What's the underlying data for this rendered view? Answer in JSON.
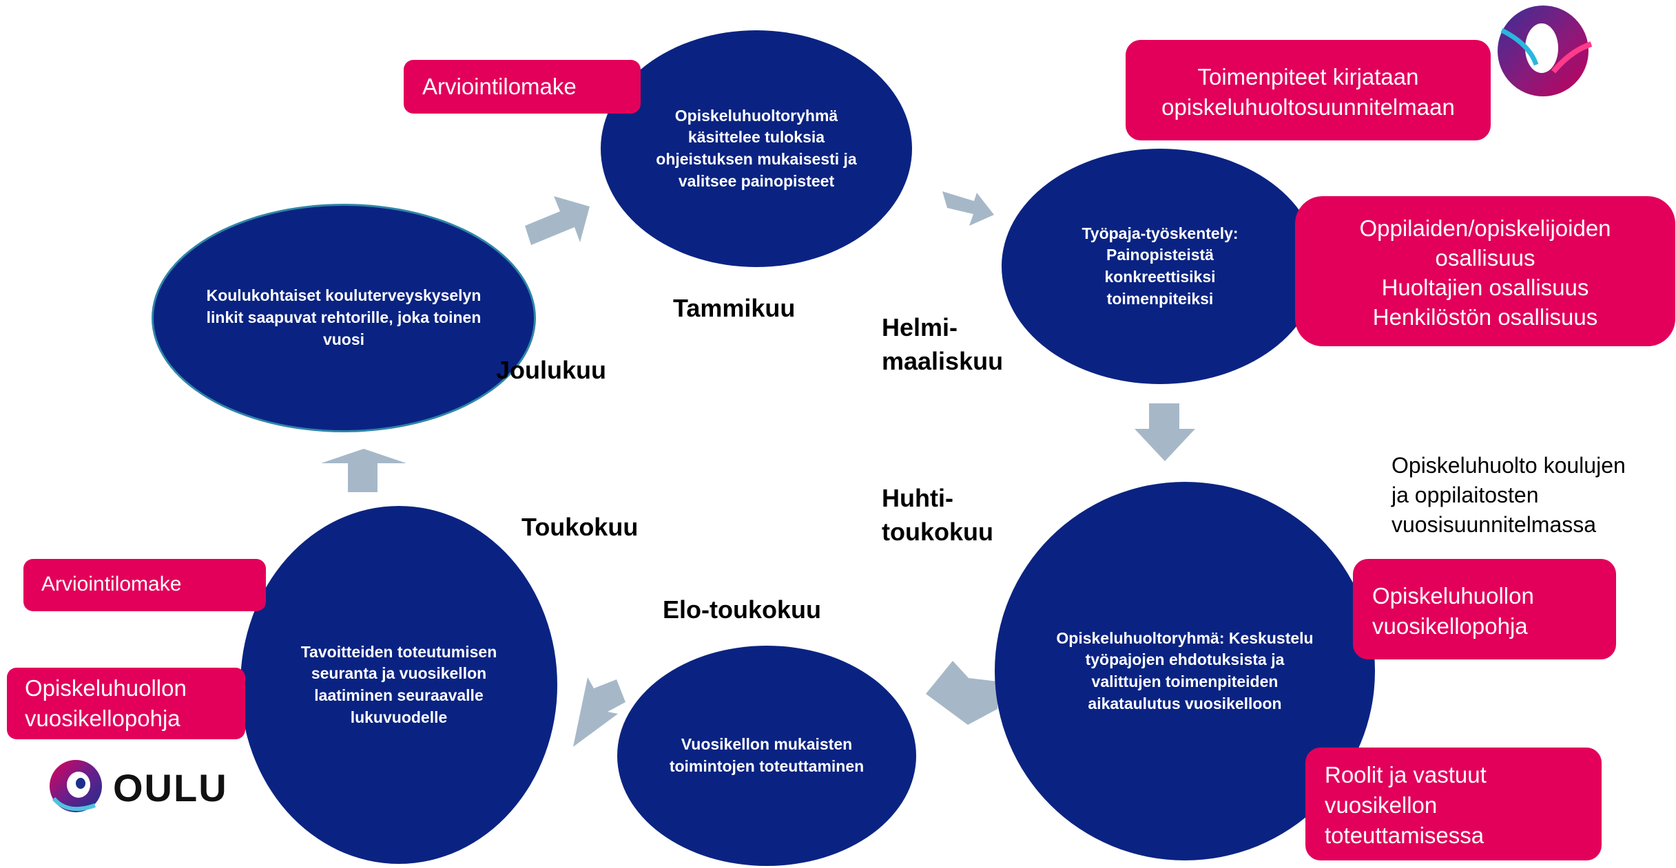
{
  "nodes": {
    "school_links": "Koulukohtaiset kouluterveyskyselyn linkit saapuvat rehtorille, joka toinen vuosi",
    "group_review": "Opiskeluhuoltoryhmä käsittelee tuloksia ohjeistuksen mukaisesti ja valitsee painopisteet",
    "workshop": "Työpaja-työskentely: Painopisteistä konkreettisiksi toimenpiteiksi",
    "group_discussion": "Opiskeluhuoltoryhmä: Keskustelu työpajojen ehdotuksista ja valittujen toimenpiteiden aikataulutus vuosikelloon",
    "implementation": "Vuosikellon mukaisten toimintojen toteuttaminen",
    "evaluation": "Tavoitteiden toteutumisen seuranta ja vuosikellon laatiminen seuraavalle lukuvuodelle"
  },
  "months": {
    "tammikuu": "Tammikuu",
    "joulukuu": "Joulukuu",
    "helmi_1": "Helmi-",
    "helmi_2": "maaliskuu",
    "huhti_1": "Huhti-",
    "huhti_2": "toukokuu",
    "toukokuu": "Toukokuu",
    "elo_toukokuu": "Elo-toukokuu"
  },
  "notes": {
    "arviointi_top": "Arviointilomake",
    "toimenpiteet_1": "Toimenpiteet kirjataan",
    "toimenpiteet_2": "opiskeluhuoltosuunnitelmaan",
    "osallisuus_1": "Oppilaiden/opiskelijoiden",
    "osallisuus_2": "osallisuus",
    "osallisuus_3": "Huoltajien osallisuus",
    "osallisuus_4": "Henkilöstön osallisuus",
    "vuosisuunnitelma_1": "Opiskeluhuolto koulujen",
    "vuosisuunnitelma_2": "ja oppilaitosten",
    "vuosisuunnitelma_3": "vuosisuunnitelmassa",
    "pohja_right_1": "Opiskeluhuollon",
    "pohja_right_2": "vuosikellopohja",
    "roolit_1": "Roolit ja vastuut",
    "roolit_2": "vuosikellon",
    "roolit_3": "toteuttamisessa",
    "arviointi_left": "Arviointilomake",
    "pohja_left_1": "Opiskeluhuollon",
    "pohja_left_2": "vuosikellopohja"
  },
  "logo": {
    "text": "OULU"
  },
  "colors": {
    "ellipse": "#0a2382",
    "note": "#e2005a",
    "arrow": "#a6b8c8"
  }
}
